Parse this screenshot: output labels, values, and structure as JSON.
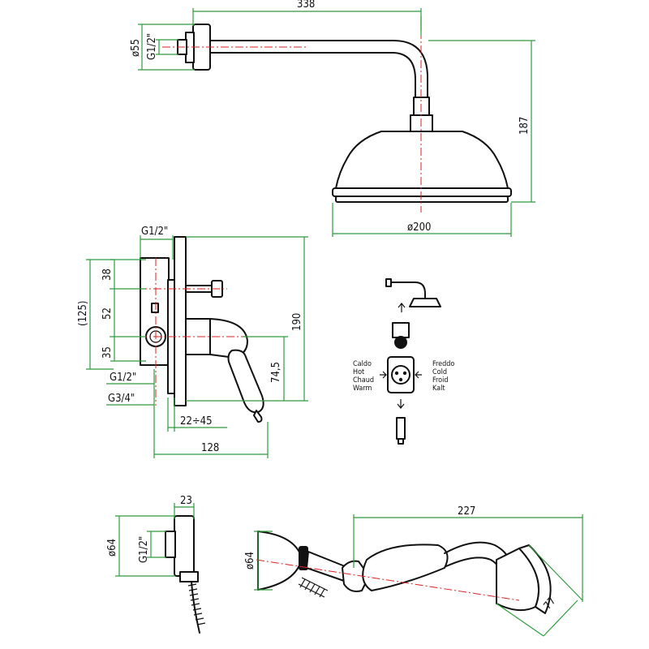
{
  "colors": {
    "outline": "#111111",
    "dimension": "#2e9b3c",
    "centerline": "#dd2222"
  },
  "shower_arm": {
    "length_label": "338",
    "flange_diameter_label": "ø55",
    "thread_label": "G1/2\"",
    "head_height_label": "187",
    "head_diameter_label": "ø200"
  },
  "mixer_valve": {
    "top_thread_label": "G1/2\"",
    "dim_38": "38",
    "dim_52": "52",
    "dim_35": "35",
    "dim_125": "(125)",
    "height_label": "190",
    "handle_label": "74,5",
    "bottom_thread_label": "G1/2\"",
    "inlet_thread_label": "G3/4\"",
    "depth_range_label": "22÷45",
    "overall_depth_label": "128"
  },
  "flow_diagram": {
    "left_labels": [
      "Caldo",
      "Hot",
      "Chaud",
      "Warm"
    ],
    "right_labels": [
      "Freddo",
      "Cold",
      "Froid",
      "Kalt"
    ]
  },
  "wall_outlet": {
    "width_label": "23",
    "diameter_label": "ø64",
    "thread_label": "G1/2\""
  },
  "hand_shower": {
    "length_label": "227",
    "bracket_diameter_label": "ø64",
    "head_label": "77"
  }
}
